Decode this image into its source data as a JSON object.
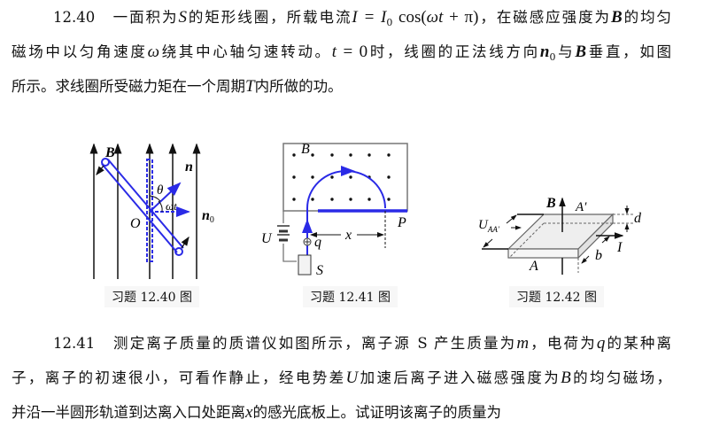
{
  "problem_1240": {
    "lines": [
      [
        {
          "t": "12.40　一面积为"
        },
        {
          "t": "S",
          "s": "i"
        },
        {
          "t": "的矩形线圈，所载电流"
        },
        {
          "t": "I = I",
          "s": "i"
        },
        {
          "t": "0",
          "s": "sub"
        },
        {
          "t": " cos(",
          "s": "n"
        },
        {
          "t": "ωt",
          "s": "i"
        },
        {
          "t": " + π)",
          "s": "n"
        },
        {
          "t": "，在磁感应强度为"
        },
        {
          "t": "B",
          "s": "b"
        },
        {
          "t": "的均匀"
        }
      ],
      [
        {
          "t": "磁场中以匀角速度"
        },
        {
          "t": "ω",
          "s": "i"
        },
        {
          "t": "绕其中心轴匀速转动。"
        },
        {
          "t": "t",
          "s": "i"
        },
        {
          "t": " = 0",
          "s": "n"
        },
        {
          "t": "时，线圈的正法线方向"
        },
        {
          "t": "n",
          "s": "b"
        },
        {
          "t": "0",
          "s": "sub"
        },
        {
          "t": "与"
        },
        {
          "t": "B",
          "s": "b"
        },
        {
          "t": "垂直，如图"
        }
      ],
      [
        {
          "t": "所示。求线圈所受磁力矩在一个周期"
        },
        {
          "t": "T",
          "s": "i"
        },
        {
          "t": "内所做的功。"
        }
      ]
    ]
  },
  "figures": [
    {
      "caption": "习题 12.40 图",
      "labels": {
        "B": "B",
        "n": "n",
        "n0": "n",
        "n0_sub": "0",
        "theta": "θ",
        "wt": "ωt",
        "O": "O"
      }
    },
    {
      "caption": "习题 12.41 图",
      "labels": {
        "B": "B",
        "U": "U",
        "q": "q",
        "x": "x",
        "P": "P",
        "S": "S"
      }
    },
    {
      "caption": "习题 12.42 图",
      "labels": {
        "B": "B",
        "A_prime": "A′",
        "U": "U",
        "U_sub": "AA′",
        "d": "d",
        "I": "I",
        "b": "b",
        "A": "A"
      }
    }
  ],
  "problem_1241": {
    "lines": [
      [
        {
          "t": "12.41　测定离子质量的质谱仪如图所示，离子源 S 产生质量为"
        },
        {
          "t": "m",
          "s": "i"
        },
        {
          "t": "，电荷为"
        },
        {
          "t": "q",
          "s": "i"
        },
        {
          "t": "的某种离"
        }
      ],
      [
        {
          "t": "子，离子的初速很小，可看作静止，经电势差"
        },
        {
          "t": "U",
          "s": "i"
        },
        {
          "t": "加速后离子进入磁感强度为"
        },
        {
          "t": "B",
          "s": "i"
        },
        {
          "t": "的均匀磁场，"
        }
      ],
      [
        {
          "t": "并沿一半圆形轨道到达离入口处距离"
        },
        {
          "t": "x",
          "s": "i"
        },
        {
          "t": "的感光底板上。试证明该离子的质量为"
        }
      ]
    ]
  }
}
